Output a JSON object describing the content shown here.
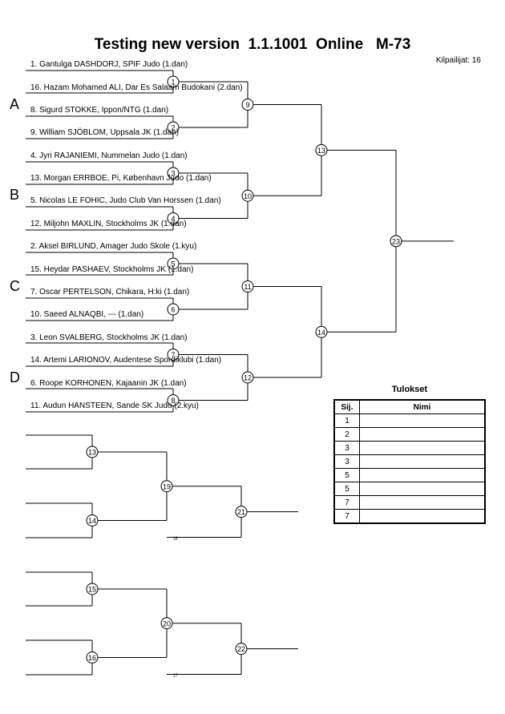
{
  "header": {
    "title": "Testing new version  1.1.1001  Online   M-73",
    "competitor_count": "Kilpailijat: 16"
  },
  "pools": [
    "A",
    "B",
    "C",
    "D"
  ],
  "players": [
    "1. Gantulga DASHDORJ, SPIF Judo (1.dan)",
    "16. Hazam Mohamed ALI, Dar Es Salaam Budokani (2.dan)",
    "8. Sigurd STOKKE, Ippon/NTG (1.dan)",
    "9. William SJÖBLOM, Uppsala JK (1.dan)",
    "4. Jyri RAJANIEMI, Nummelan Judo (1.dan)",
    "13. Morgan ERRBOE, Pi, København Judo (1.dan)",
    "5. Nicolas LE FOHIC, Judo Club Van Horssen (1.dan)",
    "12. Miljohn MAXLIN, Stockholms JK (1.dan)",
    "2. Aksel BIRLUND, Amager Judo Skole (1.kyu)",
    "15. Heydar PASHAEV, Stockholms JK (1.dan)",
    "7. Oscar PERTELSON, Chikara, H:ki (1.dan)",
    "10. Saeed ALNAQBI, --- (1.dan)",
    "3. Leon SVALBERG, Stockholms JK (1.dan)",
    "14. Artemi LARIONOV, Audentese Spordiklubi (1.dan)",
    "6. Roope KORHONEN, Kajaanin JK (1.dan)",
    "11. Audun HANSTEEN, Sande SK Judo (2.kyu)"
  ],
  "matches": [
    "1",
    "2",
    "3",
    "4",
    "5",
    "6",
    "7",
    "8",
    "9",
    "10",
    "11",
    "12",
    "13",
    "14",
    "15",
    "16",
    "17",
    "18",
    "19",
    "20",
    "21",
    "22",
    "23"
  ],
  "small_refs": [
    "18",
    "17"
  ],
  "results": {
    "title": "Tulokset",
    "col_rank": "Sij.",
    "col_name": "Nimi",
    "ranks": [
      "1",
      "2",
      "3",
      "3",
      "5",
      "5",
      "7",
      "7"
    ]
  }
}
